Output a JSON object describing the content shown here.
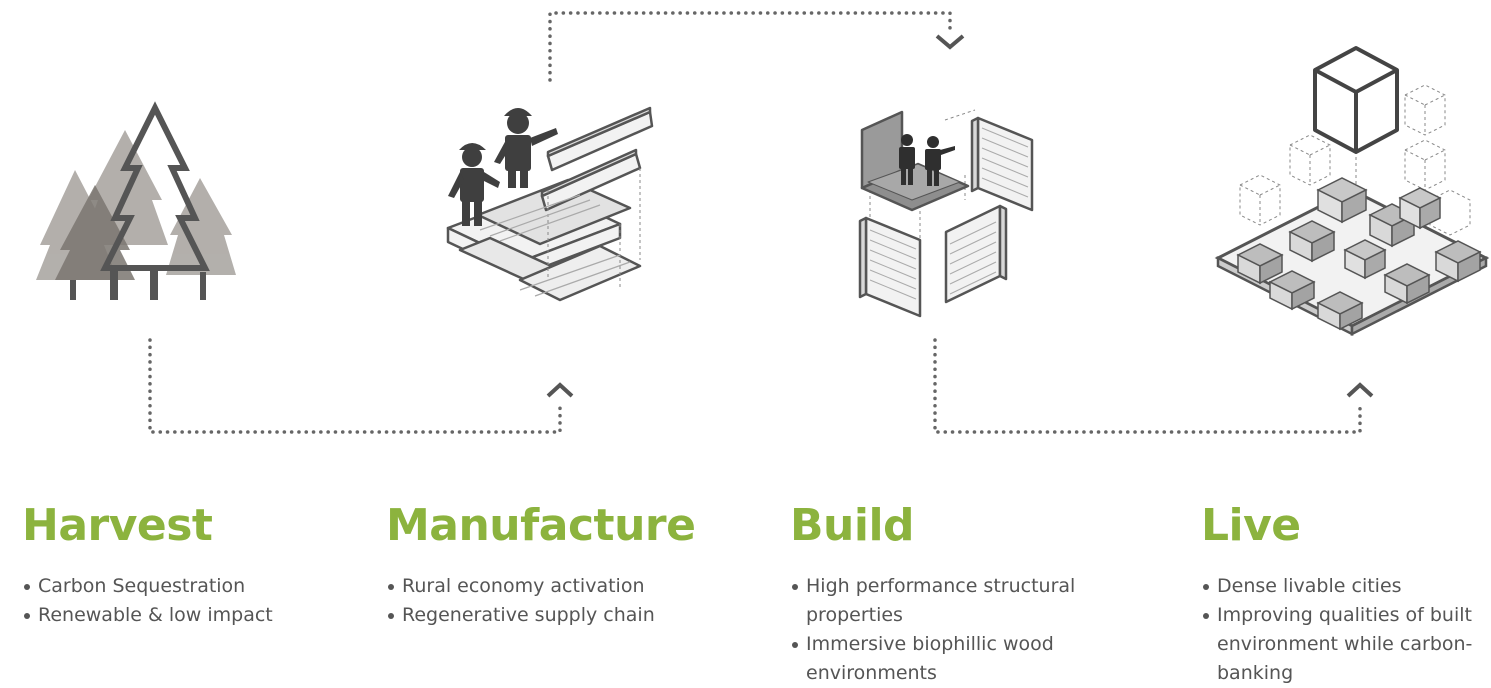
{
  "stages": [
    {
      "title": "Harvest",
      "bullets": [
        "Carbon Sequestration",
        "Renewable & low impact"
      ]
    },
    {
      "title": "Manufacture",
      "bullets": [
        "Rural economy activation",
        "Regenerative supply chain"
      ]
    },
    {
      "title": "Build",
      "bullets": [
        "High performance structural properties",
        "Immersive biophillic wood environments"
      ]
    },
    {
      "title": "Live",
      "bullets": [
        "Dense livable cities",
        "Improving qualities of built environment while carbon-banking"
      ]
    }
  ],
  "colors": {
    "title": "#8cb33e",
    "text": "#555555",
    "illustration": "#555555",
    "connector": "#666666"
  },
  "icons": [
    "forest-icon",
    "manufacture-workers-icon",
    "clt-panel-assembly-icon",
    "city-blocks-icon"
  ]
}
